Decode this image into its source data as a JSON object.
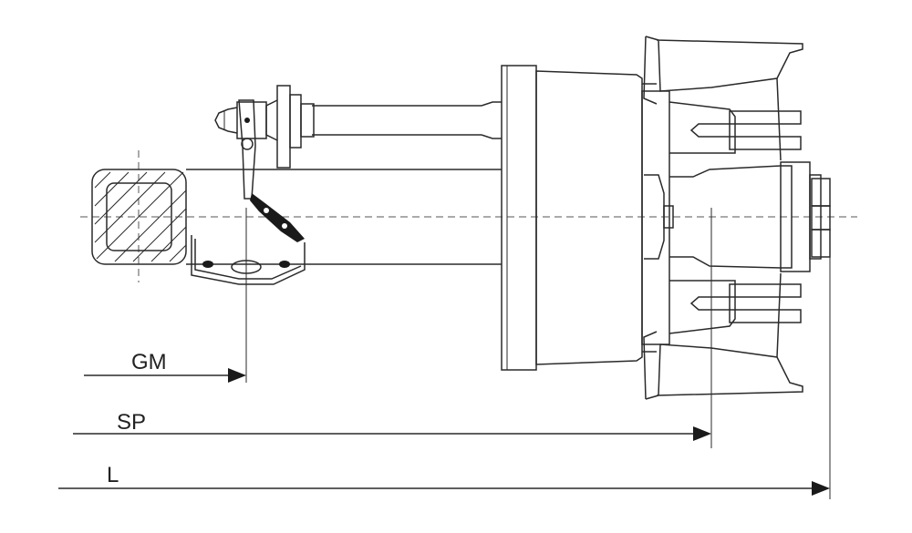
{
  "dimensions": {
    "gm_label": "GM",
    "sp_label": "SP",
    "l_label": "L"
  },
  "colors": {
    "line": "#2a2a2a",
    "background": "#ffffff"
  }
}
